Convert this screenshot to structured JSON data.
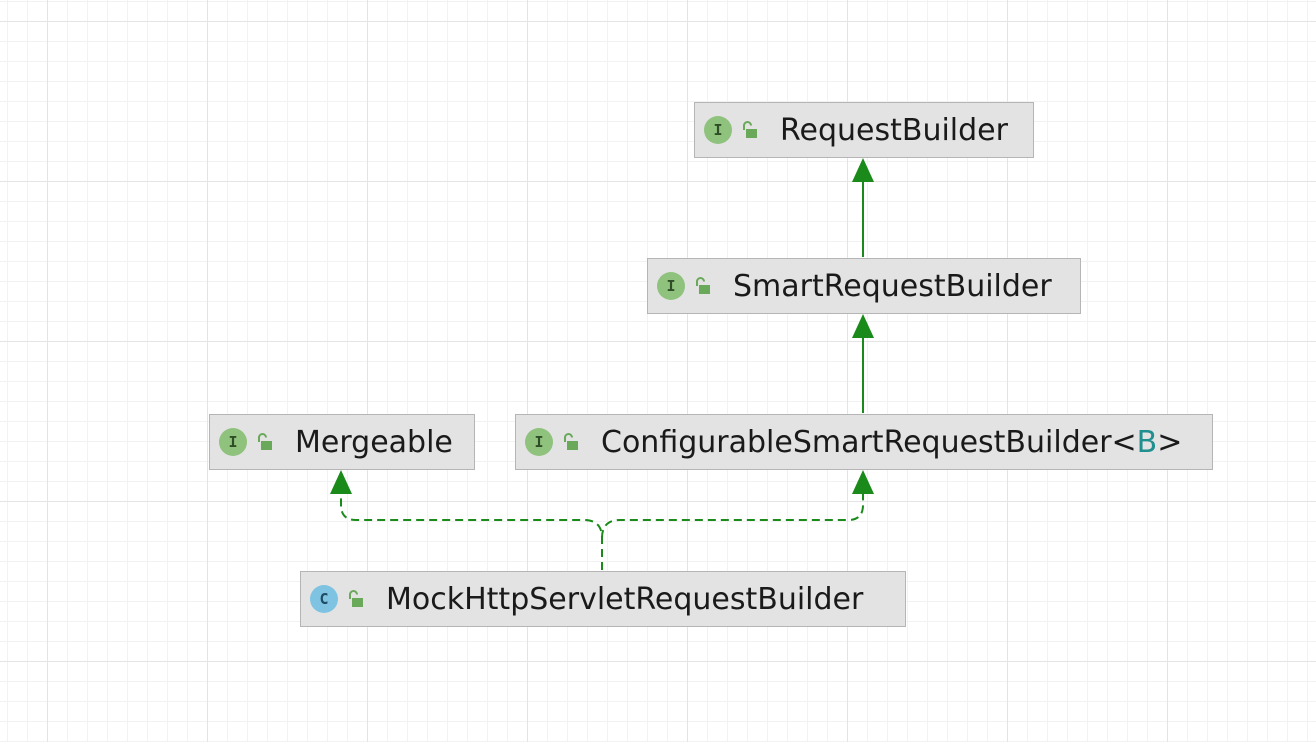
{
  "diagram": {
    "nodes": [
      {
        "id": "request-builder",
        "kind": "interface",
        "kind_letter": "I",
        "name": "RequestBuilder"
      },
      {
        "id": "smart-request-builder",
        "kind": "interface",
        "kind_letter": "I",
        "name": "SmartRequestBuilder"
      },
      {
        "id": "mergeable",
        "kind": "interface",
        "kind_letter": "I",
        "name": "Mergeable"
      },
      {
        "id": "configurable-smart-request-builder",
        "kind": "interface",
        "kind_letter": "I",
        "name": "ConfigurableSmartRequestBuilder",
        "generic_open": "<",
        "type_param": "B",
        "generic_close": ">"
      },
      {
        "id": "mock-http-servlet-request-builder",
        "kind": "class",
        "kind_letter": "C",
        "name": "MockHttpServletRequestBuilder"
      }
    ],
    "edges": [
      {
        "from": "smart-request-builder",
        "to": "request-builder",
        "relation": "extends",
        "style": "solid"
      },
      {
        "from": "configurable-smart-request-builder",
        "to": "smart-request-builder",
        "relation": "extends",
        "style": "solid"
      },
      {
        "from": "mock-http-servlet-request-builder",
        "to": "mergeable",
        "relation": "implements",
        "style": "dashed"
      },
      {
        "from": "mock-http-servlet-request-builder",
        "to": "configurable-smart-request-builder",
        "relation": "implements",
        "style": "dashed"
      }
    ],
    "colors": {
      "edge": "#1a8a1a",
      "interface_badge": "#8fc27c",
      "class_badge": "#7ec3e2",
      "type_param": "#1f8f8f",
      "node_fill": "#e3e3e3",
      "node_border": "#b5b5b5"
    },
    "icons": {
      "interface_badge": "interface-i-icon",
      "class_badge": "class-c-icon",
      "access": "open-lock-icon"
    }
  }
}
